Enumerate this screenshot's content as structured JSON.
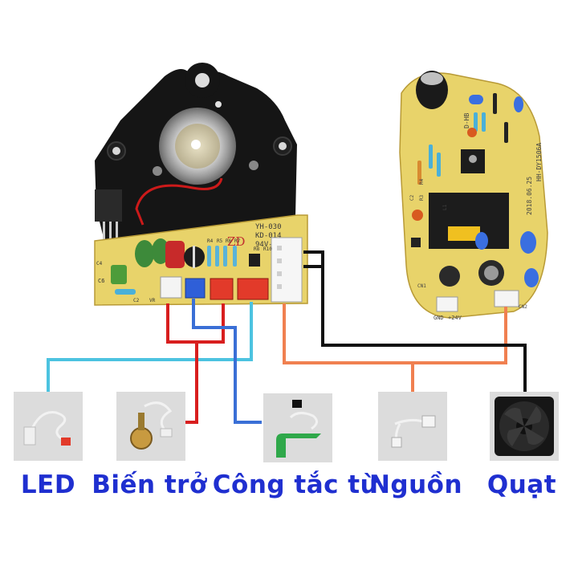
{
  "board_left": {
    "marks": [
      "YH-030",
      "KD-014",
      "94V-0",
      "ZD"
    ],
    "components": [
      "R4",
      "R5",
      "R6",
      "R7",
      "R8",
      "R10",
      "C6",
      "VR",
      "C4",
      "C2"
    ]
  },
  "board_right": {
    "marks": [
      "2018.06.25",
      "HH-DY1506A",
      "GND",
      "+24V",
      "D-HB",
      "C2",
      "R3",
      "R4",
      "L1",
      "CN1",
      "CN2"
    ]
  },
  "components": [
    {
      "id": "led",
      "label": "LED",
      "icon": "led-cable-icon"
    },
    {
      "id": "bien-tro",
      "label": "Biến trở",
      "icon": "potentiometer-icon"
    },
    {
      "id": "cong-tac-tu",
      "label": "Công tắc từ",
      "icon": "reed-switch-icon"
    },
    {
      "id": "nguon",
      "label": "Nguồn",
      "icon": "power-cable-icon"
    },
    {
      "id": "quat",
      "label": "Quạt",
      "icon": "fan-icon"
    }
  ],
  "colors": {
    "wire_led": "#4cc3e0",
    "wire_pot": "#d81e1e",
    "wire_reed": "#3a6fd6",
    "wire_power": "#f08050",
    "wire_fan": "#111111",
    "label": "#1f2fd0",
    "pcb": "#e8d36a"
  }
}
